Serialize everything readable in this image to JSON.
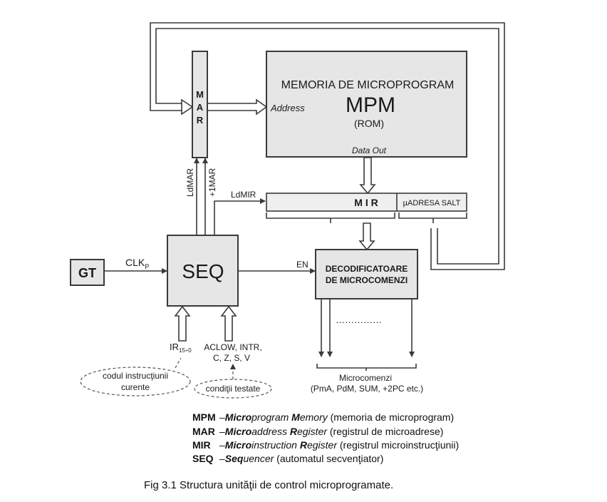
{
  "diagram": {
    "mpm": {
      "title_line": "MEMORIA DE MICROPROGRAM",
      "name": "MPM",
      "type": "(ROM)",
      "address_label": "Address",
      "data_out_label": "Data Out"
    },
    "mar": {
      "letters": [
        "M",
        "A",
        "R"
      ]
    },
    "mir": {
      "label": "M I R",
      "jump_label": "µADRESA SALT",
      "load_signal": "LdMIR"
    },
    "seq": {
      "label": "SEQ",
      "ldmar_signal": "LdMAR",
      "inc_signal": "+1MAR"
    },
    "gt": {
      "label": "GT",
      "clock_signal": "CLK",
      "clock_subscript": "P"
    },
    "decoder": {
      "line1": "DECODIFICATOARE",
      "line2": "DE MICROCOMENZI",
      "enable_signal": "EN"
    },
    "inputs": {
      "ir_label": "IR",
      "ir_subscript": "15÷0",
      "flags_line1": "ACLOW, INTR,",
      "flags_line2": "C, Z, S, V",
      "ir_note_line1": "codul instrucţiunii",
      "ir_note_line2": "curente",
      "flags_note": "condiţii testate"
    },
    "outputs": {
      "dots": "……………",
      "line1": "Microcomenzi",
      "line2": "(PmA, PdM, SUM, +2PC etc.)"
    }
  },
  "legend": [
    {
      "abbr": "MPM",
      "term": [
        {
          "t": "Micro",
          "b": true
        },
        {
          "t": "program ",
          "b": false
        },
        {
          "t": "M",
          "b": true
        },
        {
          "t": "emory",
          "b": false
        }
      ],
      "desc": " (memoria de microprogram)"
    },
    {
      "abbr": "MAR",
      "term": [
        {
          "t": "Micro",
          "b": true
        },
        {
          "t": "address ",
          "b": false
        },
        {
          "t": "R",
          "b": true
        },
        {
          "t": "egister",
          "b": false
        }
      ],
      "desc": " (registrul de microadrese)"
    },
    {
      "abbr": "MIR",
      "term": [
        {
          "t": "Micro",
          "b": true
        },
        {
          "t": "instruction ",
          "b": false
        },
        {
          "t": "R",
          "b": true
        },
        {
          "t": "egister",
          "b": false
        }
      ],
      "desc": " (registrul microinstrucţiunii)"
    },
    {
      "abbr": "SEQ",
      "term": [
        {
          "t": "Seq",
          "b": true
        },
        {
          "t": "uencer",
          "b": false
        }
      ],
      "desc": " (automatul secvenţiator)"
    }
  ],
  "caption": "Fig 3.1 Structura unităţii de control microprogramate."
}
